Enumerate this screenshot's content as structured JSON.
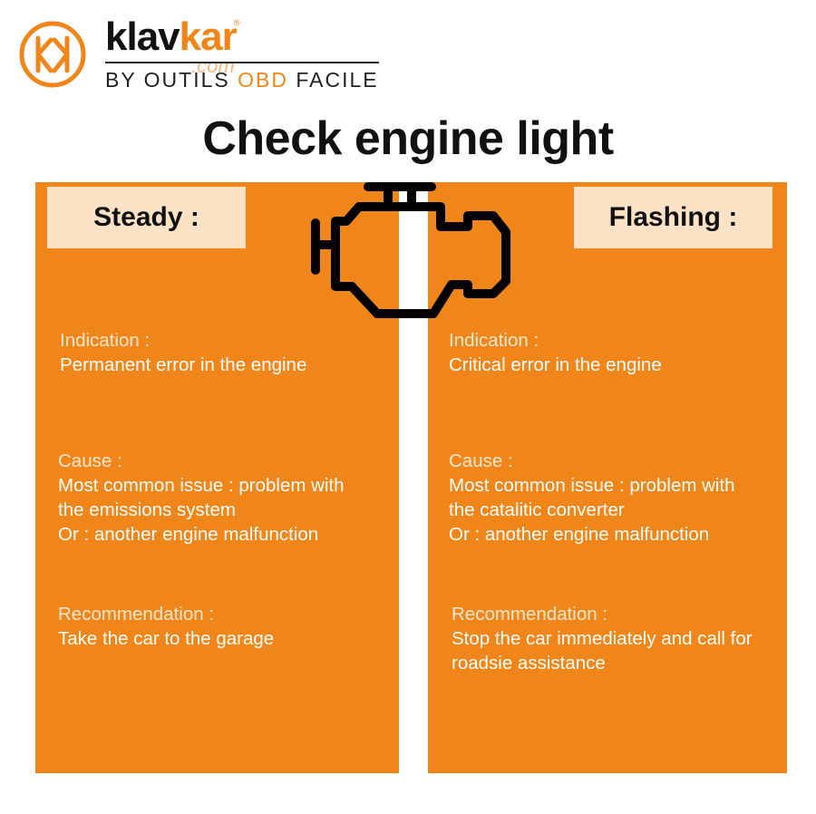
{
  "brand": {
    "name_part1": "klav",
    "name_part2": "kar",
    "registered": "®",
    "domain_suffix": ".com",
    "tagline_prefix": "BY OUTILS ",
    "tagline_accent": "OBD",
    "tagline_suffix": " FACILE",
    "accent_color": "#f0861a"
  },
  "title": "Check engine light",
  "icon": "check-engine-icon",
  "colors": {
    "panel": "#f0861a",
    "tag_background": "#fde2c6",
    "text": "#ffffff"
  },
  "left": {
    "label": "Steady :",
    "indication": {
      "heading": "Indication :",
      "lines": [
        "Permanent error in the engine"
      ]
    },
    "cause": {
      "heading": "Cause :",
      "lines": [
        "Most common issue : problem with",
        "the emissions system",
        "Or : another engine malfunction"
      ]
    },
    "recommendation": {
      "heading": "Recommendation :",
      "lines": [
        "Take the car to the garage"
      ]
    }
  },
  "right": {
    "label": "Flashing :",
    "indication": {
      "heading": "Indication :",
      "lines": [
        "Critical error in the engine"
      ]
    },
    "cause": {
      "heading": "Cause :",
      "lines": [
        "Most common issue : problem with",
        "the catalitic converter",
        "Or : another engine malfunction"
      ]
    },
    "recommendation": {
      "heading": "Recommendation :",
      "lines": [
        "Stop the car immediately and call for",
        "roadsie assistance"
      ]
    }
  }
}
